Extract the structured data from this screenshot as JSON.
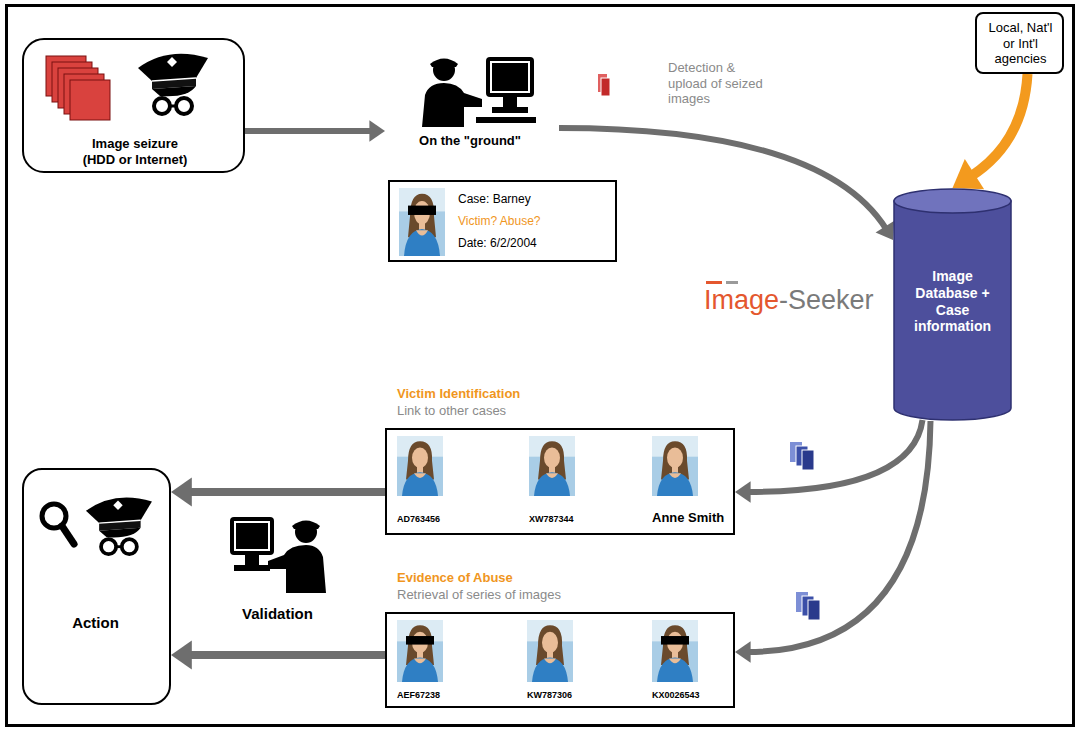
{
  "diagram": {
    "nodes": [
      {
        "text": [
          "Image seizure (HDD or Internet)"
        ]
      },
      {
        "text": [
          "On the \"ground\""
        ]
      },
      {
        "text": [
          "Case: Barney",
          "Victim? Abuse?",
          "Date: 6/2/2004"
        ]
      },
      {
        "text": [
          "Local, Nat'l or Int'l agencies"
        ]
      },
      {
        "text": [
          "Image Database + Case information"
        ]
      },
      {
        "text": [
          "Victim Identification",
          "Link to other cases",
          "AD763456",
          "XW787344",
          "Anne Smith"
        ]
      },
      {
        "text": [
          "Evidence of Abuse",
          "Retrieval of series of images",
          "AEF67238",
          "KW787306",
          "KX0026543"
        ]
      },
      {
        "text": [
          "Validation"
        ]
      },
      {
        "text": [
          "Action"
        ]
      }
    ],
    "edges": [
      {
        "from": 0,
        "to": 1,
        "arrow": "to"
      },
      {
        "from": 1,
        "to": 4,
        "arrow": "to"
      },
      {
        "from": 3,
        "to": 4,
        "arrow": "to"
      },
      {
        "from": 4,
        "to": 5,
        "arrow": "to"
      },
      {
        "from": 4,
        "to": 6,
        "arrow": "to"
      },
      {
        "from": 5,
        "to": 8,
        "arrow": "to"
      },
      {
        "from": 6,
        "to": 8,
        "arrow": "to"
      }
    ],
    "labels": [
      "Detection & upload of seized images",
      "Image",
      "-Seeker"
    ]
  }
}
